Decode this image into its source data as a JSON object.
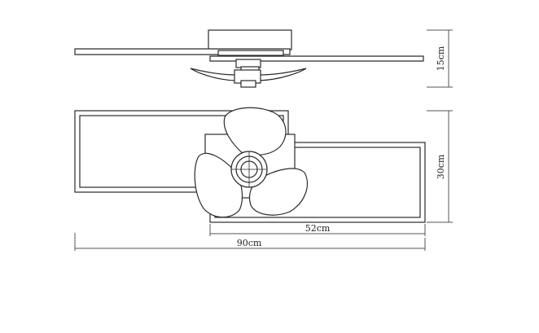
{
  "dimensions": {
    "height_side": "15cm",
    "height_top": "30cm",
    "inner_width": "52cm",
    "total_width": "90cm"
  },
  "colors": {
    "line": "#2a2a2a",
    "dim_line": "#555555",
    "blade_fill": "#ffffff",
    "background": "#ffffff"
  }
}
